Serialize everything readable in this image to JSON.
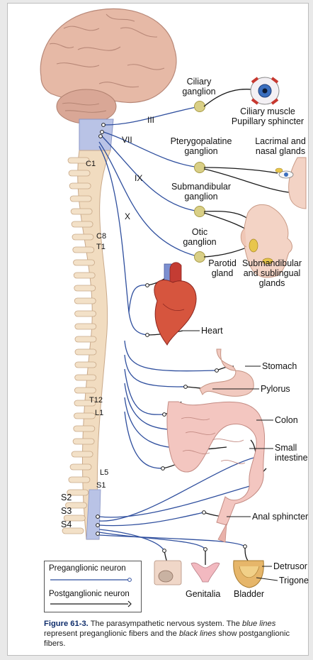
{
  "labels": {
    "ciliary_ganglion": "Ciliary\nganglion",
    "ciliary_muscle": "Ciliary muscle\nPupillary sphincter",
    "pterygopalatine_ganglion": "Pterygopalatine\nganglion",
    "lacrimal_nasal": "Lacrimal and\nnasal glands",
    "submandibular_ganglion": "Submandibular\nganglion",
    "otic_ganglion": "Otic\nganglion",
    "parotid_gland": "Parotid\ngland",
    "submandibular_sublingual": "Submandibular\nand sublingual\nglands",
    "heart": "Heart",
    "stomach": "Stomach",
    "pylorus": "Pylorus",
    "colon": "Colon",
    "small_intestine": "Small\nintestine",
    "anal_sphincter": "Anal sphincter",
    "genitalia": "Genitalia",
    "bladder": "Bladder",
    "detrusor": "Detrusor",
    "trigone": "Trigone"
  },
  "nerves": {
    "iii": "III",
    "vii": "VII",
    "ix": "IX",
    "x": "X"
  },
  "spinal": {
    "c1": "C1",
    "c8": "C8",
    "t1": "T1",
    "t12": "T12",
    "l1": "L1",
    "l5": "L5",
    "s1": "S1",
    "s2": "S2",
    "s3": "S3",
    "s4": "S4"
  },
  "legend": {
    "preganglionic": "Preganglionic neuron",
    "postganglionic": "Postganglionic neuron"
  },
  "caption": {
    "figure": "Figure 61-3.",
    "text_1": " The parasympathetic nervous system. The ",
    "blue_lines": "blue lines",
    "text_2": " represent preganglionic fibers and the ",
    "black_lines": "black lines",
    "text_3": " show postganglionic fibers."
  },
  "colors": {
    "preganglionic": "#2f4f9e",
    "postganglionic": "#1a1a1a",
    "ganglion": "#d9cf86",
    "spine": "#f1dcc0",
    "brain": "#e6b9a6",
    "caption_blue": "#0f2d6b"
  }
}
